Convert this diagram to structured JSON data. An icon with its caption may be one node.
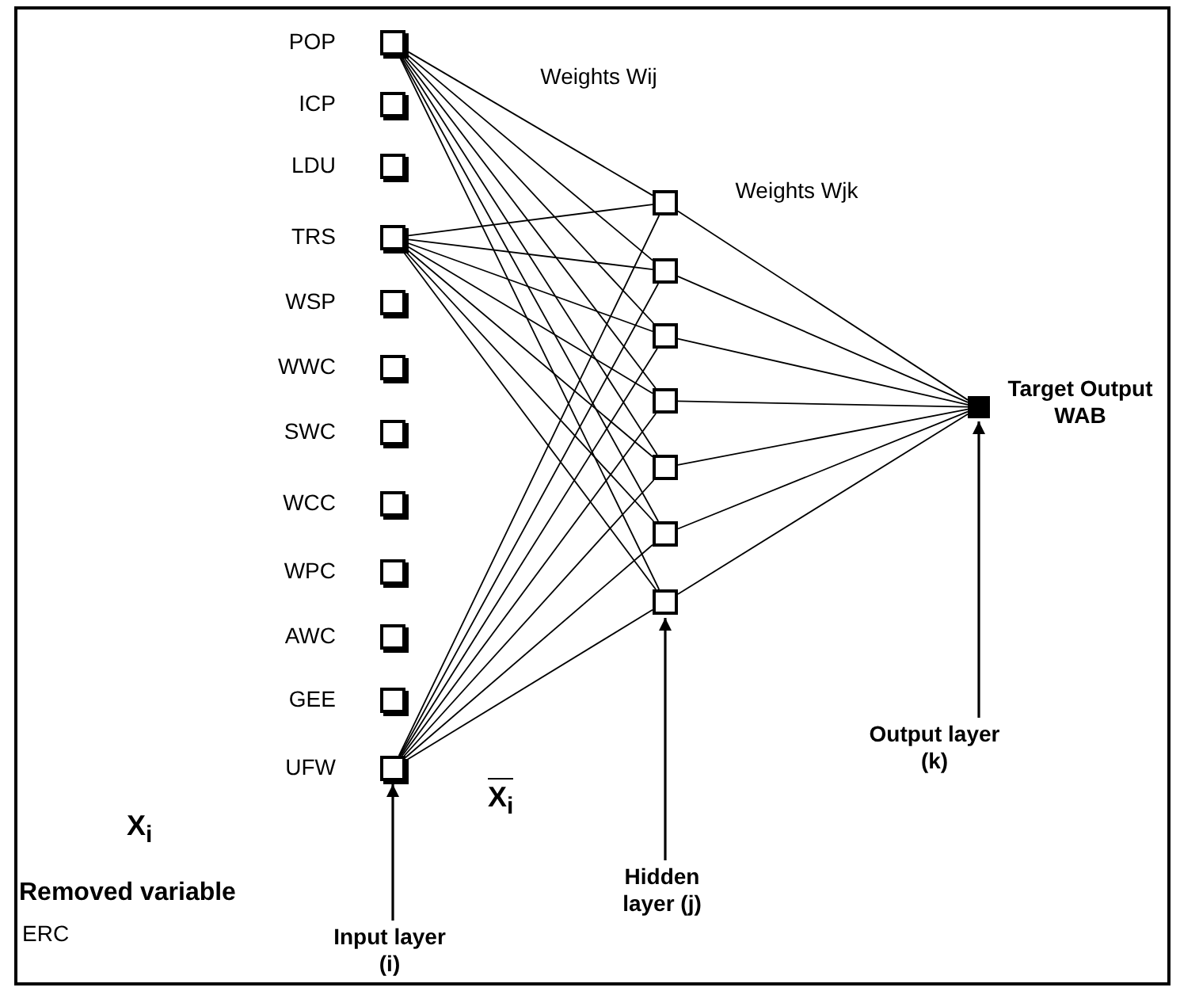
{
  "diagram": {
    "nodes": [
      {
        "text": [],
        "shape": "box",
        "beside": [
          "POP"
        ]
      },
      {
        "text": [],
        "shape": "box",
        "beside": [
          "ICP"
        ]
      },
      {
        "text": [],
        "shape": "box",
        "beside": [
          "LDU"
        ]
      },
      {
        "text": [],
        "shape": "box",
        "beside": [
          "TRS"
        ]
      },
      {
        "text": [],
        "shape": "box",
        "beside": [
          "WSP"
        ]
      },
      {
        "text": [],
        "shape": "box",
        "beside": [
          "WWC"
        ]
      },
      {
        "text": [],
        "shape": "box",
        "beside": [
          "SWC"
        ]
      },
      {
        "text": [],
        "shape": "box",
        "beside": [
          "WCC"
        ]
      },
      {
        "text": [],
        "shape": "box",
        "beside": [
          "WPC"
        ]
      },
      {
        "text": [],
        "shape": "box",
        "beside": [
          "AWC"
        ]
      },
      {
        "text": [],
        "shape": "box",
        "beside": [
          "GEE"
        ]
      },
      {
        "text": [],
        "shape": "box",
        "beside": [
          "UFW"
        ]
      },
      {
        "text": [],
        "shape": "box"
      },
      {
        "text": [],
        "shape": "box"
      },
      {
        "text": [],
        "shape": "box"
      },
      {
        "text": [],
        "shape": "box"
      },
      {
        "text": [],
        "shape": "box"
      },
      {
        "text": [],
        "shape": "box"
      },
      {
        "text": [],
        "shape": "box"
      },
      {
        "text": [],
        "shape": "box",
        "beside": [
          "Target Output WAB"
        ]
      },
      {
        "text": [
          "Input layer (i)"
        ]
      },
      {
        "text": [
          "Hidden layer (j)"
        ]
      },
      {
        "text": [
          "Output layer (k)"
        ]
      }
    ],
    "edges": [
      {
        "from": 0,
        "to": 12,
        "arrow": "none"
      },
      {
        "from": 0,
        "to": 13,
        "arrow": "none"
      },
      {
        "from": 0,
        "to": 14,
        "arrow": "none"
      },
      {
        "from": 0,
        "to": 15,
        "arrow": "none"
      },
      {
        "from": 0,
        "to": 16,
        "arrow": "none"
      },
      {
        "from": 0,
        "to": 17,
        "arrow": "none"
      },
      {
        "from": 0,
        "to": 18,
        "arrow": "none"
      },
      {
        "from": 3,
        "to": 12,
        "arrow": "none"
      },
      {
        "from": 3,
        "to": 13,
        "arrow": "none"
      },
      {
        "from": 3,
        "to": 14,
        "arrow": "none"
      },
      {
        "from": 3,
        "to": 15,
        "arrow": "none"
      },
      {
        "from": 3,
        "to": 16,
        "arrow": "none"
      },
      {
        "from": 3,
        "to": 17,
        "arrow": "none"
      },
      {
        "from": 3,
        "to": 18,
        "arrow": "none"
      },
      {
        "from": 11,
        "to": 12,
        "arrow": "none"
      },
      {
        "from": 11,
        "to": 13,
        "arrow": "none"
      },
      {
        "from": 11,
        "to": 14,
        "arrow": "none"
      },
      {
        "from": 11,
        "to": 15,
        "arrow": "none"
      },
      {
        "from": 11,
        "to": 16,
        "arrow": "none"
      },
      {
        "from": 11,
        "to": 17,
        "arrow": "none"
      },
      {
        "from": 11,
        "to": 18,
        "arrow": "none"
      },
      {
        "from": 12,
        "to": 19,
        "arrow": "none"
      },
      {
        "from": 13,
        "to": 19,
        "arrow": "none"
      },
      {
        "from": 14,
        "to": 19,
        "arrow": "none"
      },
      {
        "from": 15,
        "to": 19,
        "arrow": "none"
      },
      {
        "from": 16,
        "to": 19,
        "arrow": "none"
      },
      {
        "from": 17,
        "to": 19,
        "arrow": "none"
      },
      {
        "from": 18,
        "to": 19,
        "arrow": "none"
      },
      {
        "from": 20,
        "to": 11,
        "arrow": "to"
      },
      {
        "from": 21,
        "to": 18,
        "arrow": "to"
      },
      {
        "from": 22,
        "to": 19,
        "arrow": "to"
      }
    ],
    "labels": [
      "Weights Wij",
      "Weights Wjk",
      "X$_{i}$",
      "X$_{i}$",
      "Removed variable",
      "ERC"
    ]
  }
}
